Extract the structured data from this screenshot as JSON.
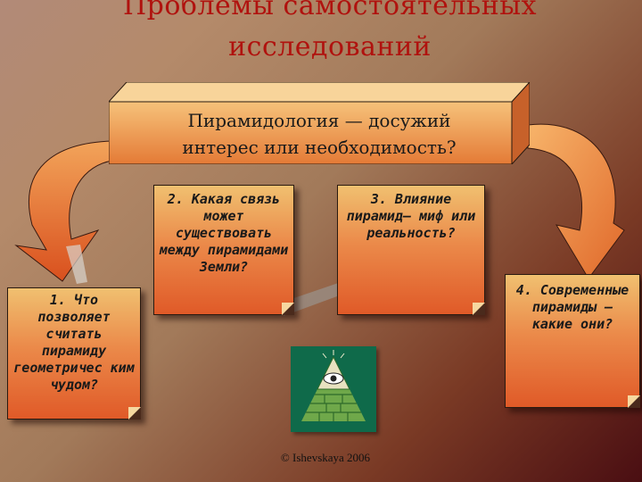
{
  "title": {
    "line1": "Проблемы самостоятельных",
    "line2": "исследований"
  },
  "main_question": {
    "line1": "Пирамидология — досужий",
    "line2": "интерес или необходимость?"
  },
  "questions": [
    "1. Что позволяет считать пирамиду геометричес ким чудом?",
    "2. Какая связь может существовать между пирамидами Земли?",
    "3. Влияние пирамид— миф или реальность?",
    "4. Современные пирамиды — какие они?"
  ],
  "logo": {
    "icon": "eye-pyramid-icon",
    "background": "#0f6a4a"
  },
  "copyright": "© Ishevskaya 2006",
  "colors": {
    "title": "#b0120e",
    "note_top": "#f0c070",
    "note_bottom": "#e05a28"
  }
}
